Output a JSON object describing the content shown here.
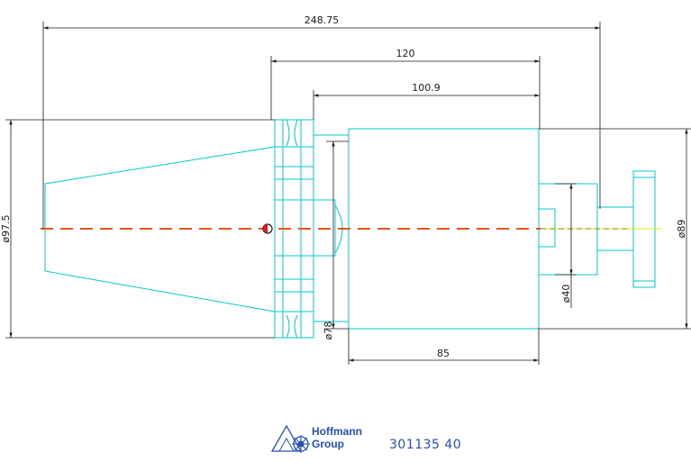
{
  "dimensions": {
    "overall_length": "248.75",
    "length_120": "120",
    "length_100_9": "100.9",
    "dia_97_5": "ø97.5",
    "dia_78": "ø78",
    "length_85": "85",
    "dia_40": "ø40",
    "dia_89": "ø89"
  },
  "logo": {
    "line1": "Hoffmann",
    "line2": "Group"
  },
  "part_number": "301135 40",
  "colors": {
    "outline": "#00c8d0",
    "dimension": "#1a1a1a",
    "centerline_red": "#e0201c",
    "centerline_orange": "#f08a10",
    "centerline_yellow": "#e8e800",
    "brand": "#2450b8"
  },
  "icons": {
    "logo_mark": "hoffmann-group-logo-icon"
  }
}
